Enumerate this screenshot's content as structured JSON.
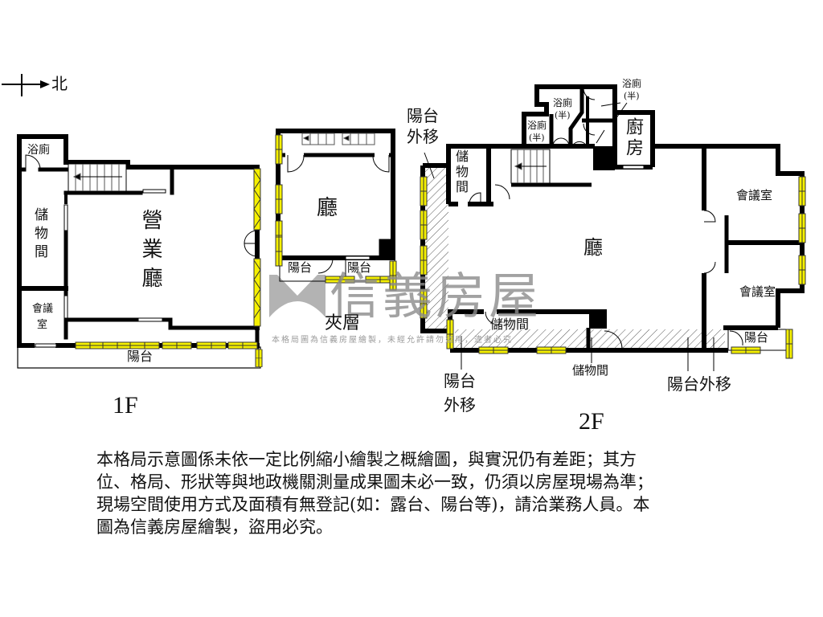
{
  "compass": {
    "label": "北",
    "icon": "north-arrow-icon"
  },
  "floors": {
    "first": {
      "label": "1F"
    },
    "mezzanine": {
      "label": "夾層"
    },
    "second": {
      "label": "2F"
    }
  },
  "rooms_1f": {
    "bathroom": "浴廁",
    "storage": "儲物間",
    "business_hall": "營業廳",
    "meeting_room_line1": "會議",
    "meeting_room_line2": "室",
    "balcony": "陽台"
  },
  "rooms_mezzanine": {
    "hall": "廳",
    "balcony_left": "陽台",
    "balcony_right": "陽台"
  },
  "rooms_2f": {
    "balcony_shift_top_line1": "陽台",
    "balcony_shift_top_line2": "外移",
    "storage_top": "儲物間",
    "bath_half_1_line1": "浴廁",
    "bath_half_1_line2": "(半)",
    "bath_half_2_line1": "浴廁",
    "bath_half_2_line2": "(半)",
    "bath_half_3_line1": "浴廁",
    "bath_half_3_line2": "(半)",
    "kitchen": "廚房",
    "hall": "廳",
    "meeting_room_1": "會議室",
    "meeting_room_2": "會議室",
    "storage_bottom": "儲物間",
    "storage_callout": "儲物間",
    "balcony_small": "陽台",
    "balcony_shift_left_line1": "陽台",
    "balcony_shift_left_line2": "外移",
    "balcony_shift_right": "陽台外移"
  },
  "watermark": {
    "brand": "信義房屋",
    "notice": "本格局圖為信義房屋繪製，未經允許請勿盜用，違者必究"
  },
  "disclaimer": {
    "lines": [
      "本格局示意圖係未依一定比例縮小繪製之概繪圖，與實況仍有差距；其方",
      "位、格局、形狀等與地政機關測量成果圖未必一致，仍須以房屋現場為準；",
      "現場空間使用方式及面積有無登記(如：露台、陽台等)，請洽業務人員。本",
      "圖為信義房屋繪製，盜用必究。"
    ]
  },
  "colors": {
    "wall": "#000000",
    "window_fill": "#f5f000",
    "watermark": "#8c8c8c",
    "hatch": "#555555"
  }
}
